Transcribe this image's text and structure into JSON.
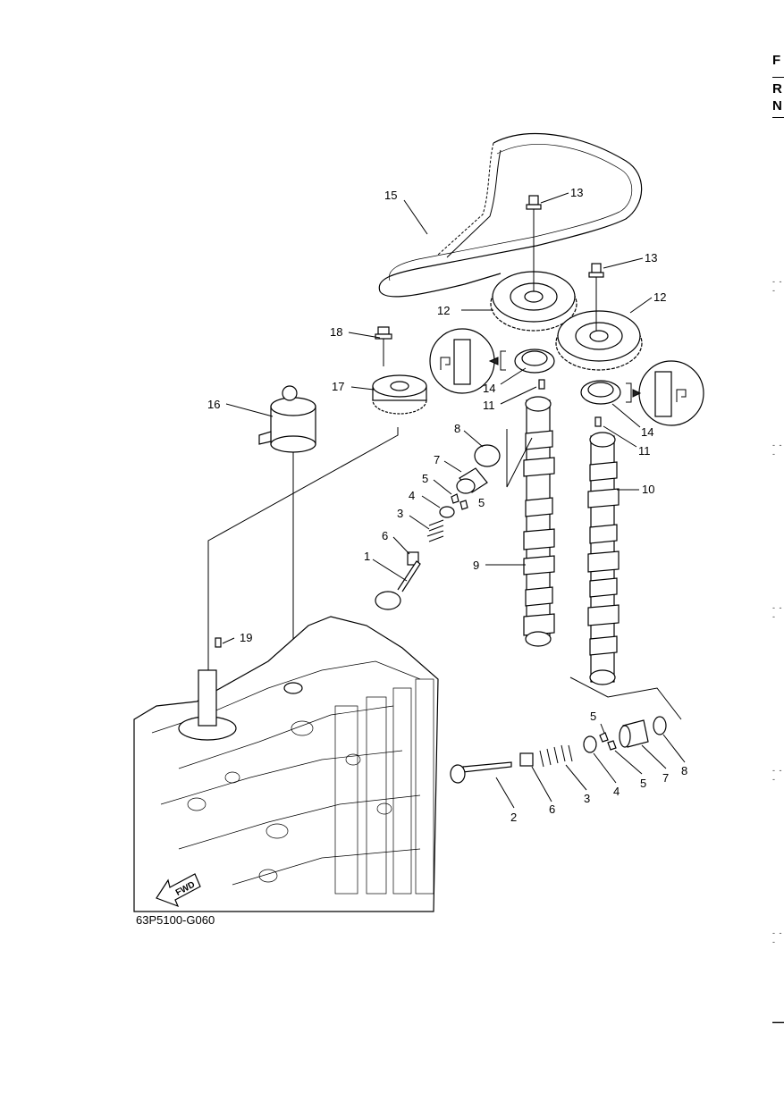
{
  "diagram": {
    "callouts": [
      {
        "id": "15",
        "text": "15"
      },
      {
        "id": "13a",
        "text": "13"
      },
      {
        "id": "13b",
        "text": "13"
      },
      {
        "id": "12a",
        "text": "12"
      },
      {
        "id": "12b",
        "text": "12"
      },
      {
        "id": "18",
        "text": "18"
      },
      {
        "id": "17",
        "text": "17"
      },
      {
        "id": "16",
        "text": "16"
      },
      {
        "id": "14a",
        "text": "14"
      },
      {
        "id": "11a",
        "text": "11"
      },
      {
        "id": "14b",
        "text": "14"
      },
      {
        "id": "11b",
        "text": "11"
      },
      {
        "id": "8a",
        "text": "8"
      },
      {
        "id": "7a",
        "text": "7"
      },
      {
        "id": "5a",
        "text": "5"
      },
      {
        "id": "5b",
        "text": "5"
      },
      {
        "id": "4a",
        "text": "4"
      },
      {
        "id": "3a",
        "text": "3"
      },
      {
        "id": "6a",
        "text": "6"
      },
      {
        "id": "1",
        "text": "1"
      },
      {
        "id": "9",
        "text": "9"
      },
      {
        "id": "10",
        "text": "10"
      },
      {
        "id": "19",
        "text": "19"
      },
      {
        "id": "5c",
        "text": "5"
      },
      {
        "id": "2",
        "text": "2"
      },
      {
        "id": "6b",
        "text": "6"
      },
      {
        "id": "3b",
        "text": "3"
      },
      {
        "id": "4b",
        "text": "4"
      },
      {
        "id": "5d",
        "text": "5"
      },
      {
        "id": "7b",
        "text": "7"
      },
      {
        "id": "8b",
        "text": "8"
      }
    ],
    "fwd_label": "FWD",
    "code": "63P5100-G060"
  },
  "page_edge": {
    "letters": [
      "F",
      "R",
      "N"
    ],
    "tick_mark": "- - -",
    "bottom_dash": "—"
  }
}
